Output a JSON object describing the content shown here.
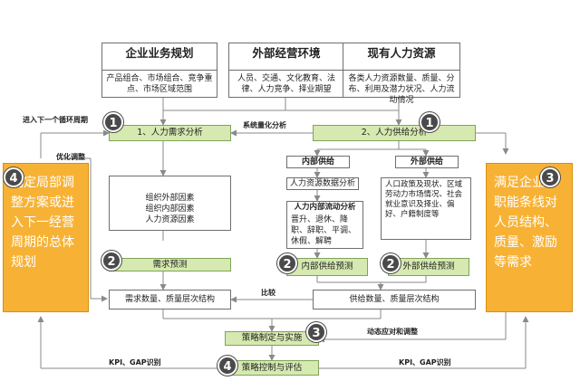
{
  "top_boxes": [
    {
      "title": "企业业务规划",
      "desc": "产品组合、市场组合、竞争重点、市场区域范围"
    },
    {
      "title": "外部经营环境",
      "desc": "人员、交通、文化教育、法律、人力竞争、择业期望"
    },
    {
      "title": "现有人力资源",
      "desc": "各类人力资源数量、质量、分布、利用及潜力状况、人力流动情况"
    }
  ],
  "demand_analysis": "1、人力需求分析",
  "supply_analysis": "2、人力供给分析",
  "system_quant": "系统量化分析",
  "next_cycle": "进入下一个循环周期",
  "optimize": "优化调整",
  "left_orange": "制定局部调整方案或进入下一经营周期的总体规划",
  "right_orange": "满足企业各职能条线对人员结构、质量、激励等需求",
  "demand_factors": [
    "组织外部因素",
    "组织内部因素",
    "人力资源因素"
  ],
  "demand_forecast": "需求预测",
  "internal_supply": "内部供给",
  "external_supply": "外部供给",
  "internal_data": "人力资源数据分析",
  "internal_flow_title": "人力内部流动分析",
  "internal_flow_desc": "晋升、退休、降职、辞职、平调、休假、解聘",
  "external_desc": "人口政策及现状、区域劳动力市场情况、社会就业意识及择业、偏好、户籍制度等",
  "internal_forecast": "内部供给预测",
  "external_forecast": "外部供给预测",
  "demand_structure": "需求数量、质量层次结构",
  "supply_structure": "供给数量、质量层次结构",
  "compare": "比较",
  "strategy": "策略制定与实施",
  "control": "策略控制与评估",
  "dynamic": "动态应对和调整",
  "kpi_left": "KPI、GAP识别",
  "kpi_right": "KPI、GAP识别",
  "badges": {
    "b1a": "1",
    "b1b": "1",
    "b2a": "2",
    "b2b": "2",
    "b2c": "2",
    "b3a": "3",
    "b3b": "3",
    "b4a": "4",
    "b4b": "4"
  },
  "colors": {
    "green": "#d6e9b0",
    "orange": "#f7b235",
    "badge": "#4a4a4a"
  }
}
